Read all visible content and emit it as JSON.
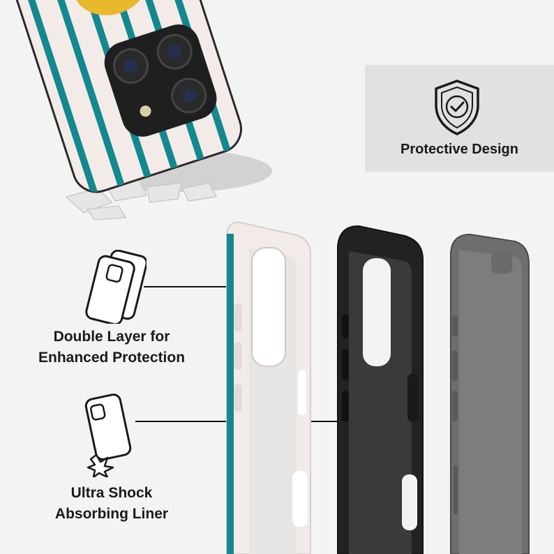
{
  "badge": {
    "label": "Protective Design",
    "icon": "shield-check-icon"
  },
  "features": [
    {
      "id": "double-layer",
      "line1": "Double Layer for",
      "line2": "Enhanced Protection",
      "icon": "double-layer-case-icon"
    },
    {
      "id": "shock-liner",
      "line1": "Ultra Shock",
      "line2": "Absorbing Liner",
      "icon": "shock-case-icon"
    }
  ],
  "colors": {
    "background": "#f3f3f3",
    "badge_bg": "#e1e1e1",
    "case_shell": "#f3ebe8",
    "stripe_teal": "#13888f",
    "fish_yellow": "#e8b92c",
    "liner_black": "#222222",
    "phone_grey": "#6e6e6e"
  }
}
